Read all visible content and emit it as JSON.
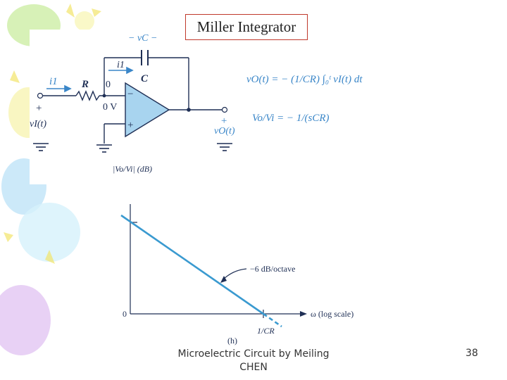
{
  "title": "Miller Integrator",
  "footer": {
    "text": "Microelectric Circuit by Meiling CHEN",
    "page": "38"
  },
  "circuit": {
    "vc_label": "− vC −",
    "i1_top": "i1",
    "cap_label": "C",
    "i1_left": "i1",
    "r_label": "R",
    "zero_node": "0",
    "zero_v": "0 V",
    "minus": "−",
    "plus": "+",
    "vi_label": "vI(t)",
    "vo_plus": "+",
    "vo_label": "vO(t)",
    "input_plus": "+"
  },
  "equations": {
    "eq1": "vO(t) = − (1/CR) ∫₀ᵗ vI(t) dt",
    "eq2": "Vo/Vi = − 1/(sCR)"
  },
  "chart_data": {
    "type": "line",
    "ylabel": "|Vo/Vi| (dB)",
    "xlabel": "ω (log scale)",
    "zero_tick": "0",
    "x_tick": "1/CR",
    "annotation": "−6 dB/octave",
    "caption": "(h)",
    "series": [
      {
        "x": [
          "ω < 1/CR",
          "1/CR"
        ],
        "y_desc": "decreasing",
        "slope": "-6 dB/octave"
      }
    ],
    "crosses_zero_db_at": "1/CR"
  },
  "colors": {
    "accent": "#3a9ad0",
    "fill": "#a8d4ef",
    "title_border": "#c0392b"
  }
}
